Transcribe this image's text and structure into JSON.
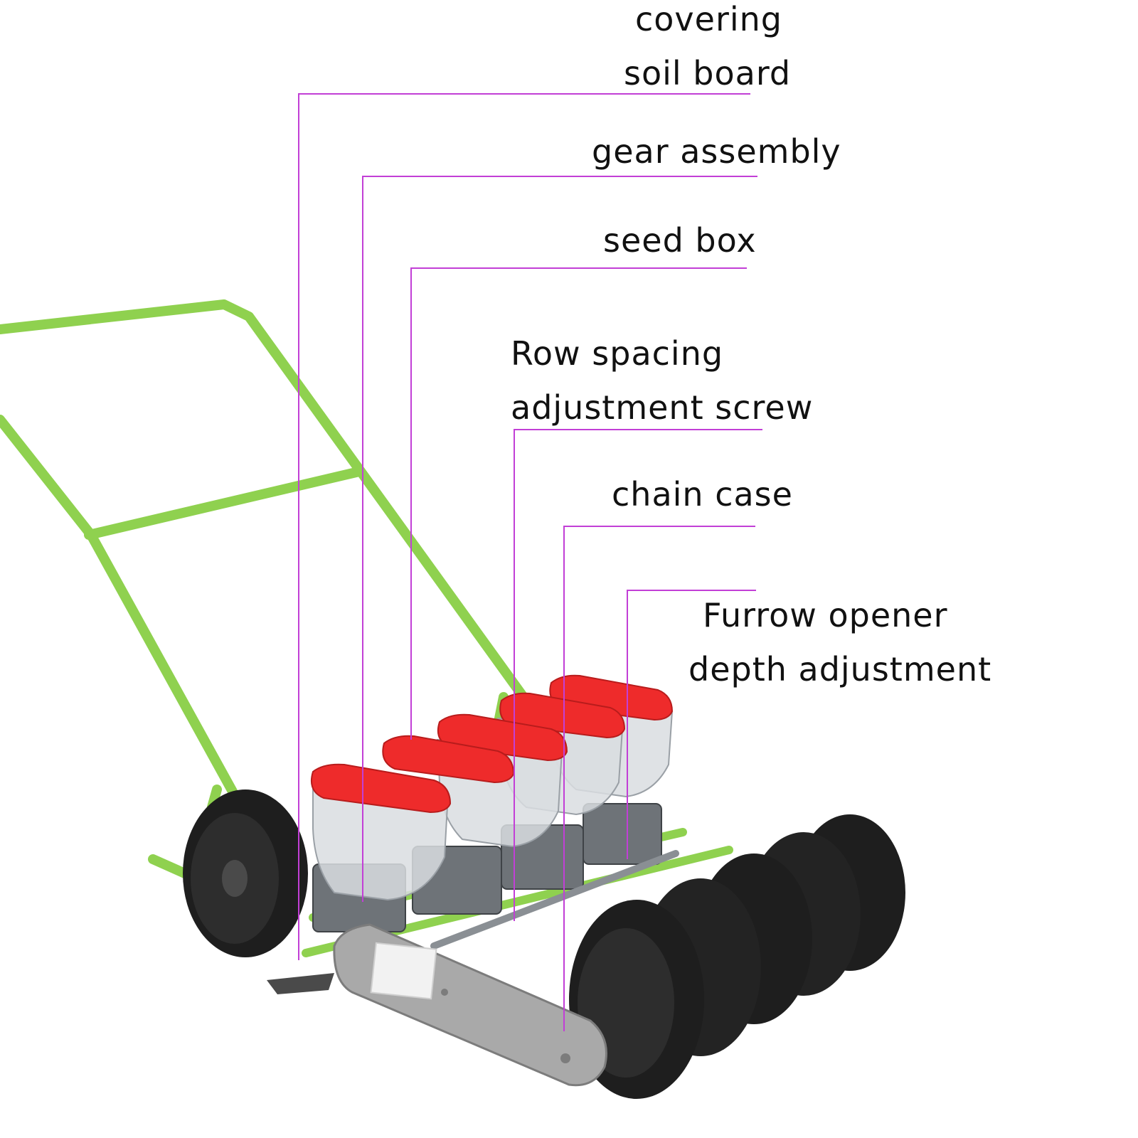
{
  "labels": {
    "covering_line1": "covering",
    "covering_line2": "soil board",
    "gear": "gear assembly",
    "seed_box": "seed box",
    "row_spacing_line1": "Row spacing",
    "row_spacing_line2": "adjustment screw",
    "chain_case": "chain case",
    "furrow_line1": "Furrow opener",
    "furrow_line2": "depth adjustment"
  },
  "colors": {
    "leader": "#c23fd6",
    "frame": "#8fd14f",
    "frame_dark": "#6fae32",
    "seed_lid": "#ee2b2b",
    "wheel": "#1e1e1e",
    "chain_case": "#a9a9a9",
    "hopper": "#d9dde0"
  }
}
